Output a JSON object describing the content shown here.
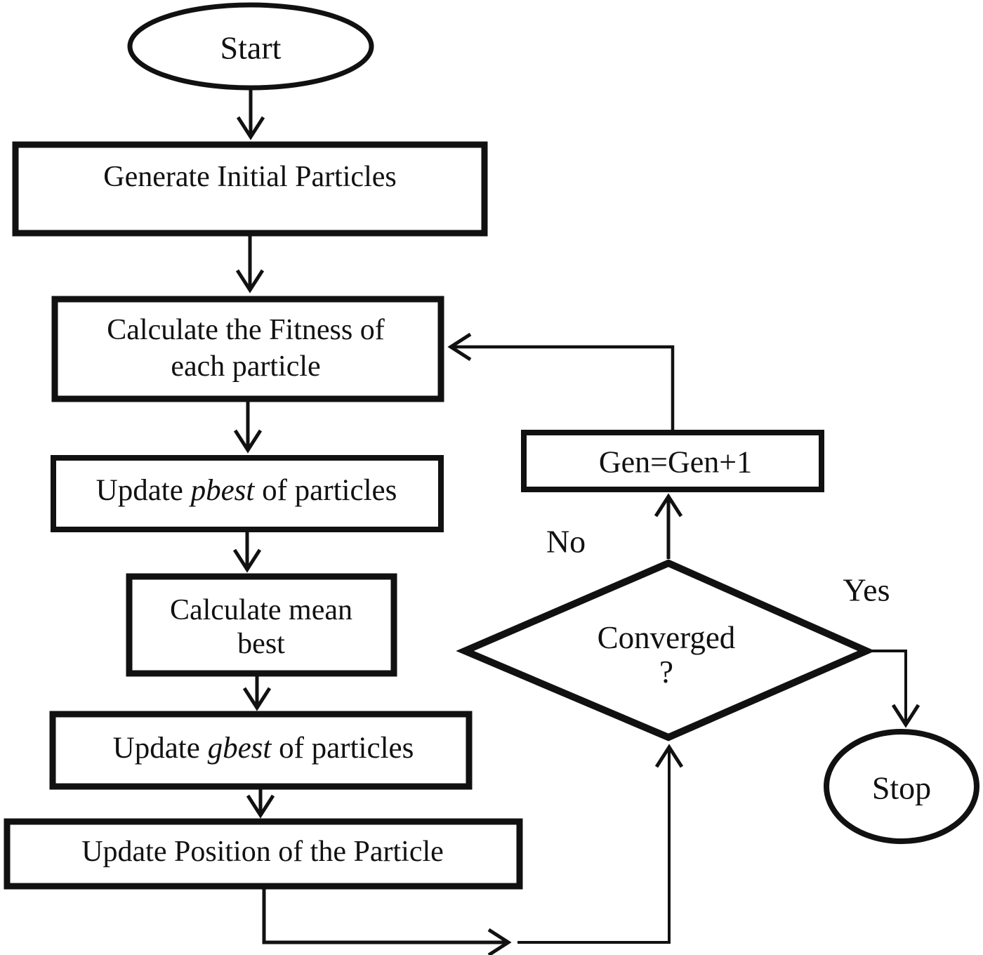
{
  "colors": {
    "ink": "#111111",
    "bg": "#ffffff"
  },
  "nodes": {
    "start": {
      "label": "Start"
    },
    "generate": {
      "label": "Generate Initial Particles"
    },
    "fitness": {
      "line1": "Calculate the Fitness of",
      "line2": "each particle"
    },
    "update_pbest": {
      "pre": "Update ",
      "em": "pbest",
      "post": " of particles"
    },
    "mean_best": {
      "line1": "Calculate mean",
      "line2": "best"
    },
    "update_gbest": {
      "pre": "Update ",
      "em": "gbest",
      "post": " of particles"
    },
    "update_position": {
      "label": "Update Position of the Particle"
    },
    "gen_increment": {
      "label": "Gen=Gen+1"
    },
    "converged": {
      "line1": "Converged",
      "line2": "?"
    },
    "stop": {
      "label": "Stop"
    }
  },
  "edge_labels": {
    "no": "No",
    "yes": "Yes"
  }
}
